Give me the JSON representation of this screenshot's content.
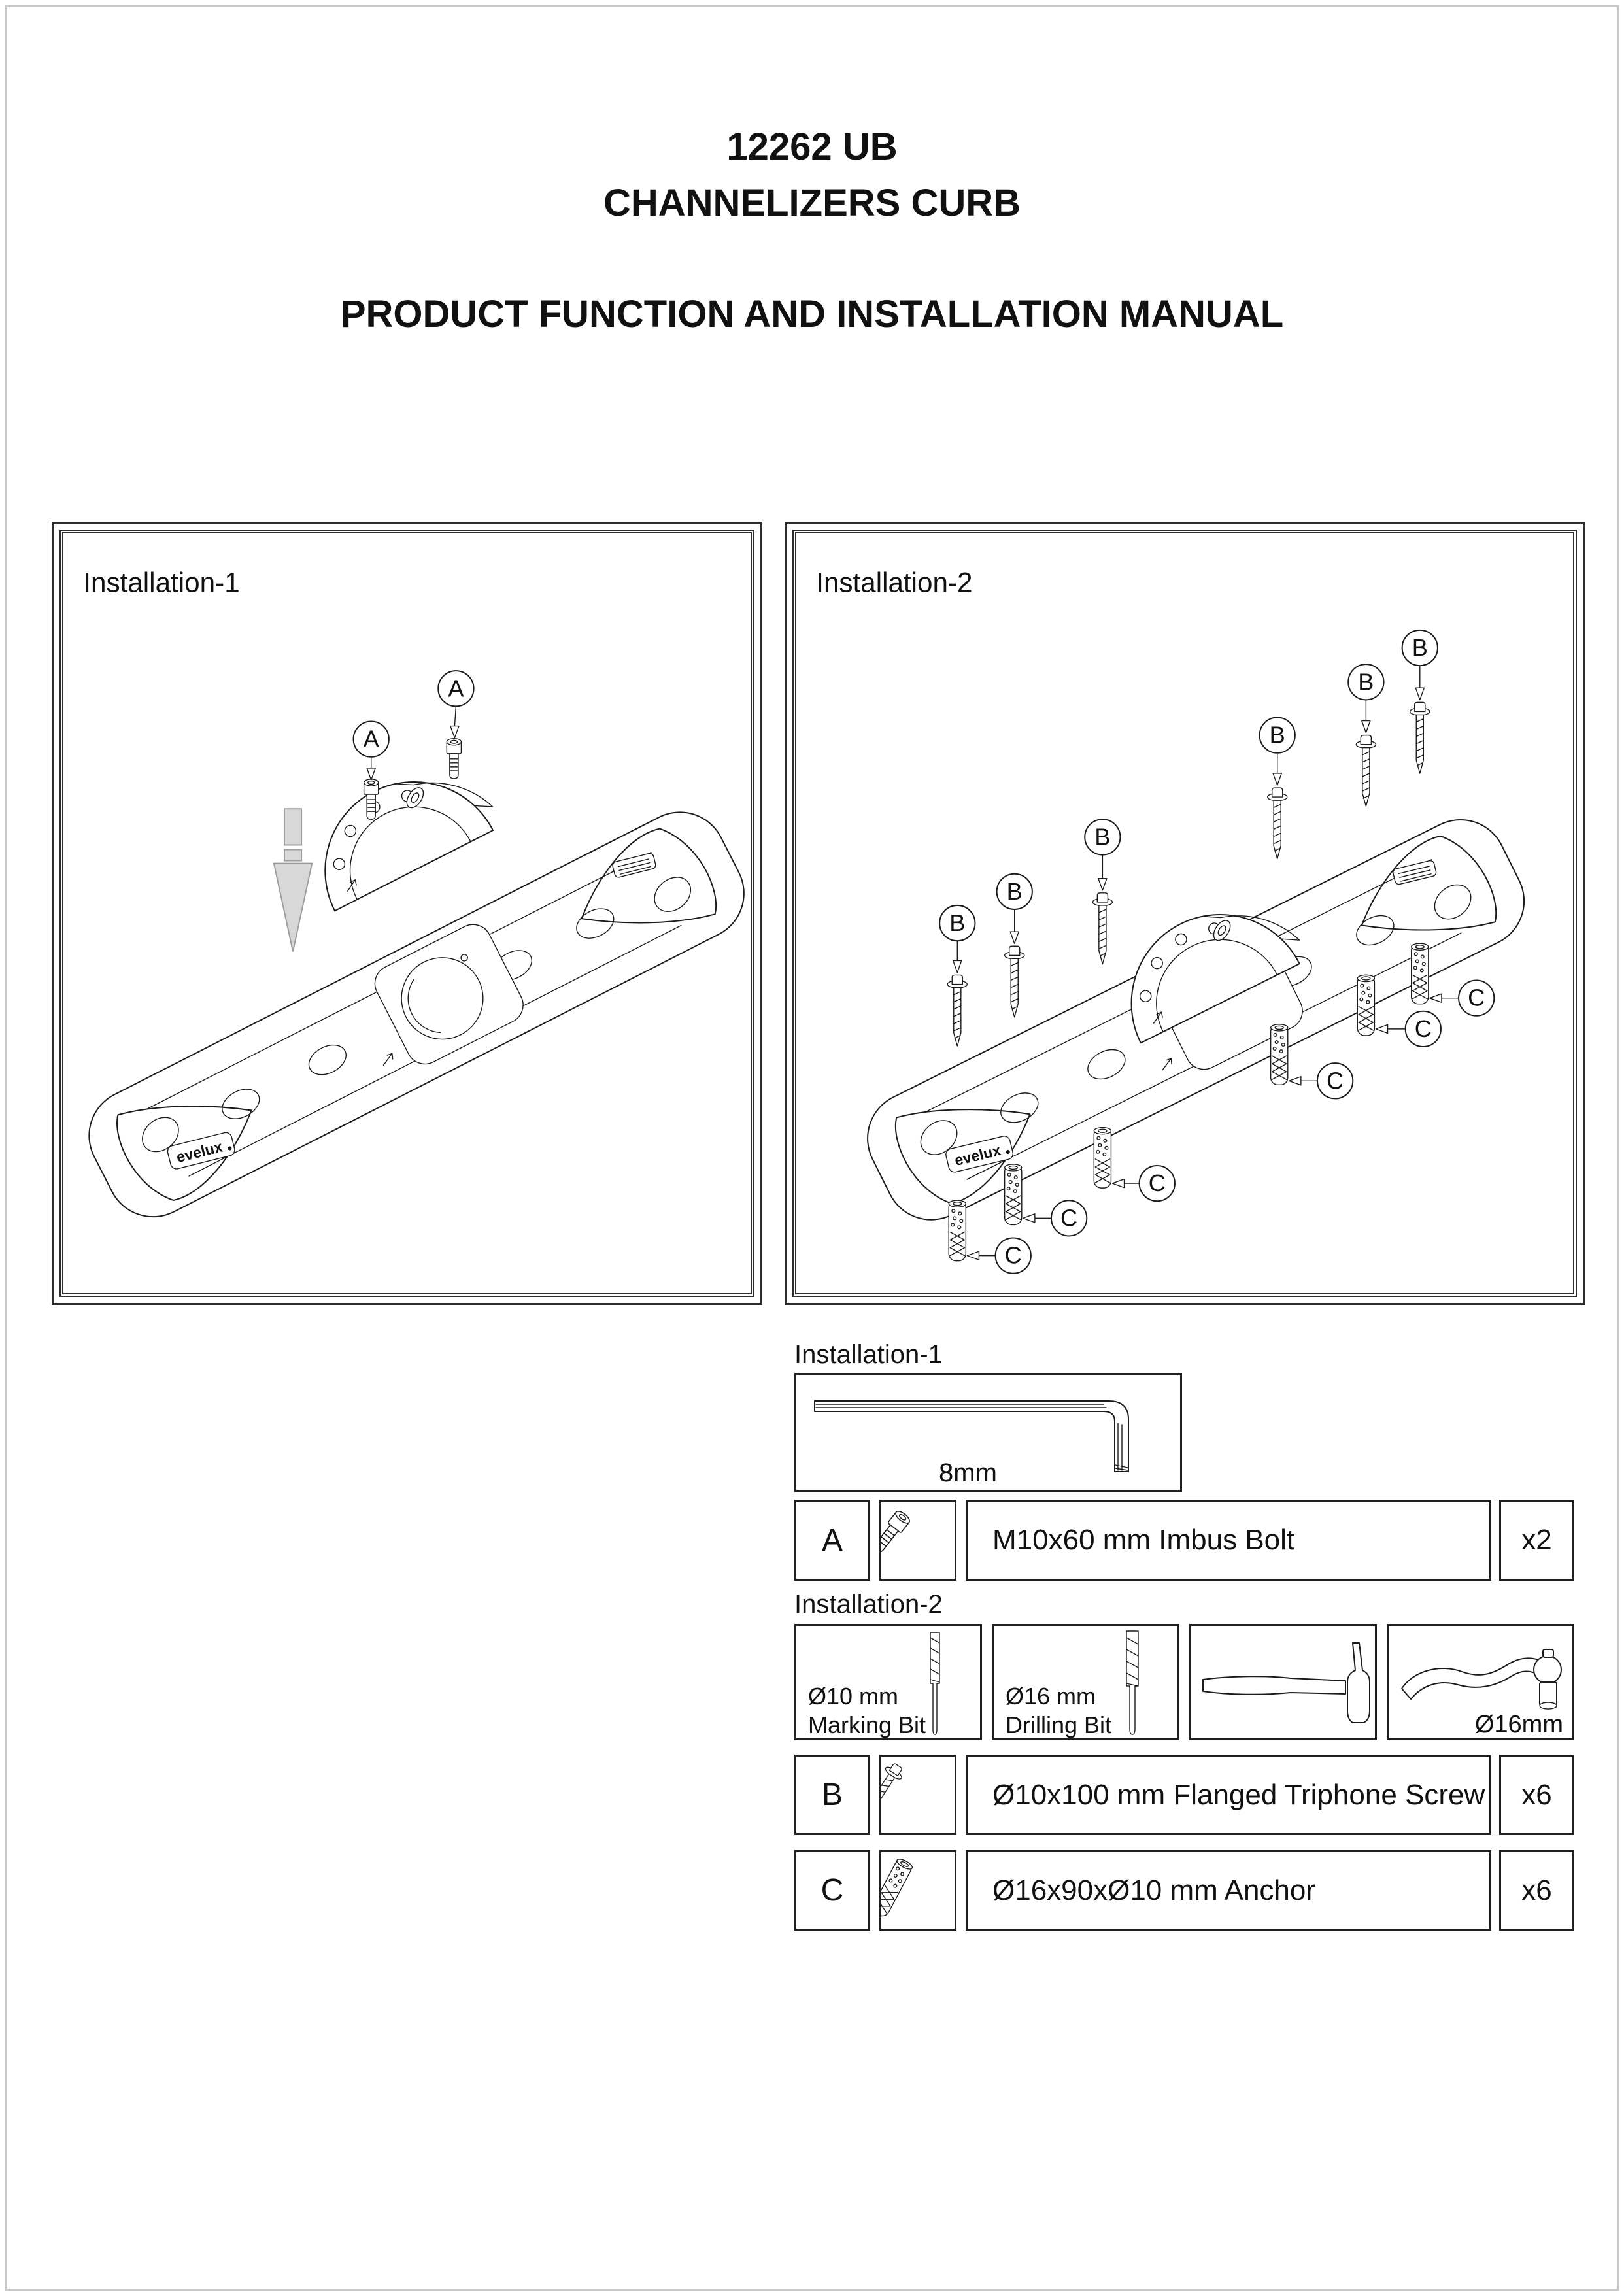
{
  "page": {
    "title": "12262 UB",
    "subtitle": "CHANNELIZERS CURB",
    "heading": "PRODUCT FUNCTION AND INSTALLATION MANUAL"
  },
  "brand": {
    "logo": "evelux"
  },
  "diagram1": {
    "title": "Installation-1",
    "callout": "A"
  },
  "diagram2": {
    "title": "Installation-2",
    "callout_screw": "B",
    "callout_anchor": "C"
  },
  "parts1": {
    "section": "Installation-1",
    "tool_size": "8mm",
    "row": {
      "key": "A",
      "desc": "M10x60 mm Imbus Bolt",
      "qty": "x2"
    }
  },
  "parts2": {
    "section": "Installation-2",
    "tool1_line1": "Ø10 mm",
    "tool1_line2": "Marking Bit",
    "tool2_line1": "Ø16 mm",
    "tool2_line2": "Drilling Bit",
    "wrench_size": "Ø16mm",
    "rowB": {
      "key": "B",
      "desc": "Ø10x100 mm Flanged Triphone Screw",
      "qty": "x6"
    },
    "rowC": {
      "key": "C",
      "desc": "Ø16x90xØ10 mm Anchor",
      "qty": "x6"
    }
  }
}
